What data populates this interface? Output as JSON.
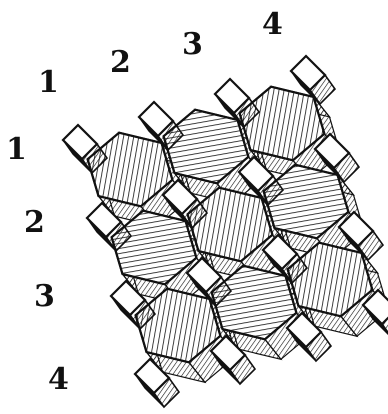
{
  "labels": {
    "top": [
      "1",
      "2",
      "3",
      "4"
    ],
    "left": [
      "1",
      "2",
      "3",
      "4"
    ]
  },
  "grid": {
    "rows": 3,
    "cols": 3,
    "colors": {
      "ink": "#111111",
      "paper": "#ffffff"
    }
  }
}
